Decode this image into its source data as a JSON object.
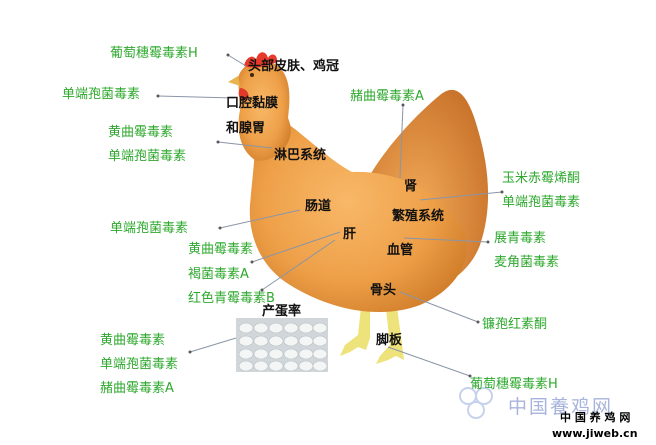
{
  "organs": {
    "head": "头部皮肤、鸡冠",
    "mouth": "口腔黏膜",
    "gland": "和腺胃",
    "lymph": "淋巴系统",
    "kidney": "肾",
    "intestine": "肠道",
    "repro": "繁殖系统",
    "liver": "肝",
    "blood": "血管",
    "egg": "产蛋率",
    "bone": "骨头",
    "feet": "脚板"
  },
  "toxins": {
    "t_stachy_top": "葡萄穗霉毒素H",
    "t_tricho_1": "单端孢菌毒素",
    "t_citrinin_a": "赭曲霉毒素A",
    "t_afla_1": "黄曲霉毒素",
    "t_tricho_2": "单端孢菌毒素",
    "t_zearal": "玉米赤霉烯酮",
    "t_tricho_3": "单端孢菌毒素",
    "t_tricho_4": "单端孢菌毒素",
    "t_afla_2": "黄曲霉毒素",
    "t_patulin": "褐菌毒素A",
    "t_rubra": "红色青霉毒素B",
    "t_patulin2": "展青毒素",
    "t_ergot": "麦角菌毒素",
    "t_fusarium": "镰孢红素酮",
    "t_afla_3": "黄曲霉毒素",
    "t_tricho_5": "单端孢菌毒素",
    "t_ochra_b": "赭曲霉毒素A",
    "t_stachy_bot": "葡萄穗霉毒素H"
  },
  "watermark": {
    "cn": "中国養鸡网",
    "site": "中 国 养 鸡 网",
    "url": "www.jiweb.cn"
  },
  "colors": {
    "toxin_text": "#2ea82e",
    "organ_text": "#111111",
    "hen_body": "#eea048",
    "comb": "#e83a2a",
    "legs": "#eee27a"
  }
}
